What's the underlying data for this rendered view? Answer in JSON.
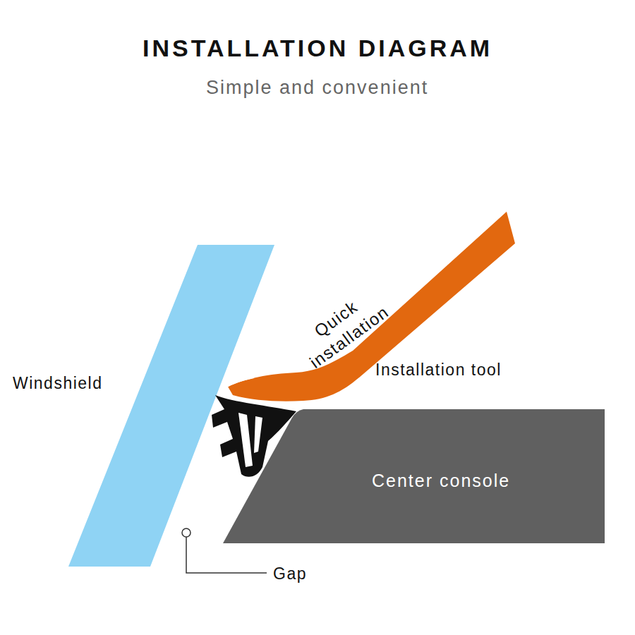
{
  "diagram": {
    "title": "INSTALLATION DIAGRAM",
    "nodes": [
      {
        "text": [
          "Center console"
        ]
      }
    ],
    "labels": [
      "Simple and convenient",
      "Windshield",
      "Quick installation",
      "Installation tool",
      "Gap"
    ]
  }
}
